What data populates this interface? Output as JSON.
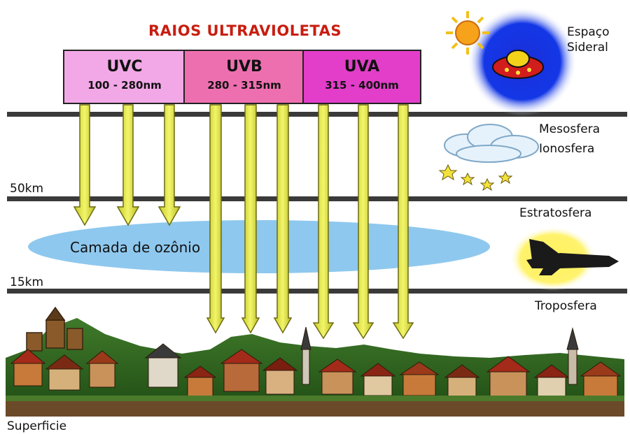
{
  "title": "RAIOS ULTRAVIOLETAS",
  "bands": [
    {
      "name": "UVC",
      "range": "100 - 280nm",
      "color": "#f2a8e6"
    },
    {
      "name": "UVB",
      "range": "280 - 315nm",
      "color": "#ee6fb0"
    },
    {
      "name": "UVA",
      "range": "315 - 400nm",
      "color": "#e23ec9"
    }
  ],
  "layers": {
    "space": [
      "Espaço",
      "Sideral"
    ],
    "mesosphere": "Mesosfera",
    "ionosphere": "Ionosfera",
    "stratosphere": "Estratosfera",
    "troposphere": "Troposfera",
    "surface": "Superficie"
  },
  "altitudes": {
    "high": "50km",
    "low": "15km"
  },
  "ozone_label": "Camada de ozônio",
  "colors": {
    "arrow": "#e6ea4a",
    "ozone": "#8ec8ee",
    "title": "#c81d10"
  }
}
